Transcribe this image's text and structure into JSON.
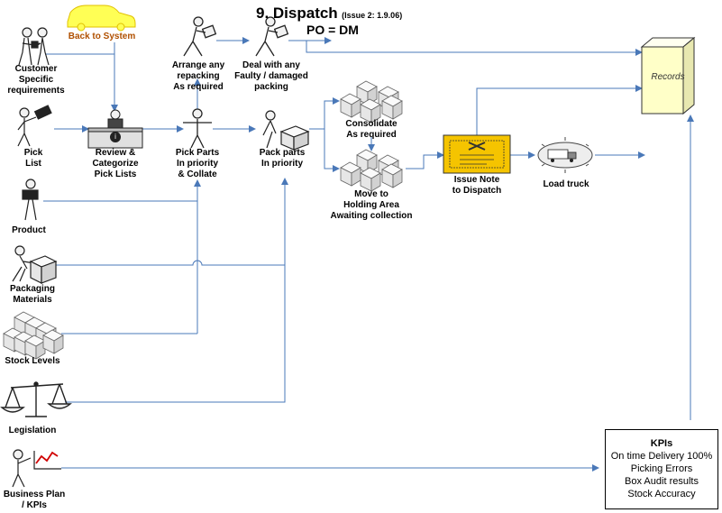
{
  "title": {
    "main": "9. Dispatch",
    "issue": "(Issue 2: 1.9.06)",
    "sub": "PO = DM"
  },
  "back_link": "Back to System",
  "inputs": [
    {
      "id": "customer",
      "label": "Customer\nSpecific\nrequirements",
      "icon": "customer-icon"
    },
    {
      "id": "pick-list",
      "label": "Pick\nList",
      "icon": "pick-list-person-icon"
    },
    {
      "id": "product",
      "label": "Product",
      "icon": "product-person-icon"
    },
    {
      "id": "packaging",
      "label": "Packaging\nMaterials",
      "icon": "packaging-person-icon"
    },
    {
      "id": "stock",
      "label": "Stock Levels",
      "icon": "stock-boxes-icon"
    },
    {
      "id": "legislation",
      "label": "Legislation",
      "icon": "scales-icon"
    },
    {
      "id": "business-plan",
      "label": "Business Plan\n/ KPIs",
      "icon": "presenter-chart-icon"
    }
  ],
  "steps": [
    {
      "id": "review",
      "label": "Review &\nCategorize\nPick Lists",
      "icon": "desk-worker-icon"
    },
    {
      "id": "pick",
      "label": "Pick Parts\nIn priority\n& Collate",
      "icon": "person-arms-out-icon"
    },
    {
      "id": "arrange",
      "label": "Arrange any\nrepacking\nAs required",
      "icon": "person-carrying-icon"
    },
    {
      "id": "faulty",
      "label": "Deal with any\nFaulty / damaged\npacking",
      "icon": "person-carrying-icon"
    },
    {
      "id": "pack",
      "label": "Pack parts\nIn priority",
      "icon": "person-packing-box-icon"
    },
    {
      "id": "consolidate",
      "label": "Consolidate\nAs required",
      "icon": "boxes-stack-icon"
    },
    {
      "id": "holding",
      "label": "Move to\nHolding Area\nAwaiting collection",
      "icon": "boxes-stack-icon"
    },
    {
      "id": "issue-note",
      "label": "Issue Note\nto Dispatch",
      "icon": "dispatch-note-icon"
    },
    {
      "id": "load",
      "label": "Load truck",
      "icon": "truck-icon"
    }
  ],
  "records": "Records",
  "kpis": {
    "title": "KPIs",
    "items": [
      "On time Delivery 100%",
      "Picking Errors",
      "Box Audit results",
      "Stock Accuracy"
    ]
  },
  "colors": {
    "arrow": "#4a78b8",
    "note_fill": "#f5c400",
    "car_fill": "#ffff55",
    "records_fill": "#ffffc8",
    "box_fill": "#f0f0f0"
  }
}
